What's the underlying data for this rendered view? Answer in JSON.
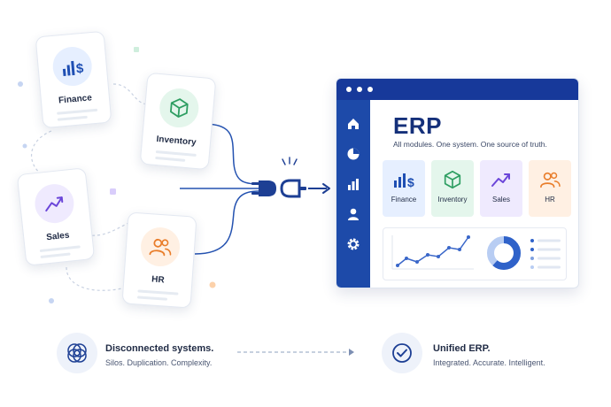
{
  "modules": {
    "finance": "Finance",
    "inventory": "Inventory",
    "sales": "Sales",
    "hr": "HR"
  },
  "erp": {
    "title": "ERP",
    "tagline": "All modules. One system. One source of truth.",
    "modules": [
      "Finance",
      "Inventory",
      "Sales",
      "HR"
    ]
  },
  "bottom": {
    "left_title": "Disconnected systems.",
    "left_subtitle": "Silos. Duplication. Complexity.",
    "right_title": "Unified ERP.",
    "right_subtitle": "Integrated. Accurate. Intelligent."
  },
  "icons": {
    "finance": "finance-chart-dollar-icon",
    "inventory": "box-icon",
    "sales": "trend-up-icon",
    "hr": "people-icon",
    "plug": "plug-connector-icon",
    "home": "home-icon",
    "pie": "pie-chart-icon",
    "bars": "bar-chart-icon",
    "user": "user-icon",
    "settings": "gear-icon",
    "disconnected": "interlocking-rings-icon",
    "unified": "check-circle-icon"
  },
  "colors": {
    "navy": "#17399a",
    "sidebar": "#1d4aa9",
    "finance_bg": "#e6efff",
    "inventory_bg": "#e4f6ec",
    "sales_bg": "#efeafe",
    "hr_bg": "#fff0e3"
  }
}
